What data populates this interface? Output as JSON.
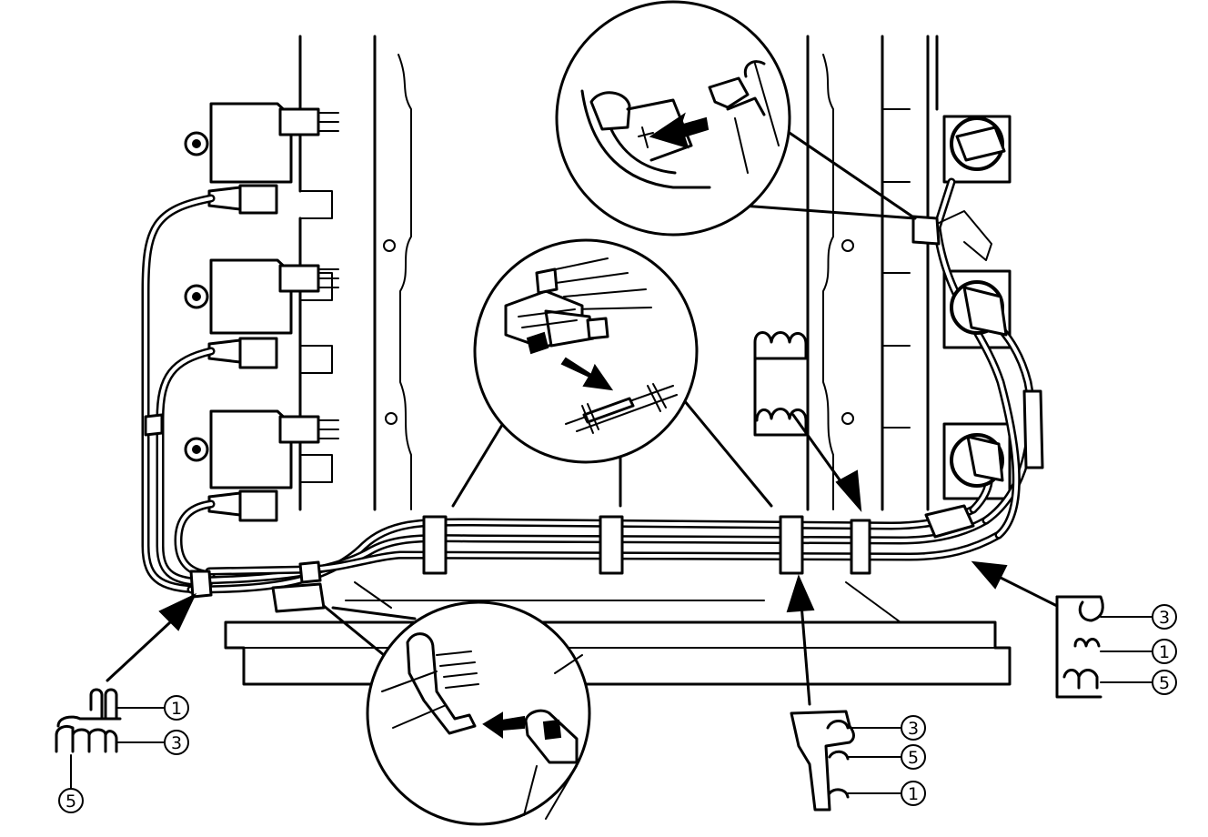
{
  "callouts": {
    "left_clamp": {
      "top": "1",
      "middle": "3",
      "bottom": "5"
    },
    "right_clamp": {
      "top": "3",
      "middle": "1",
      "bottom": "5"
    },
    "bottom_clamp": {
      "top": "3",
      "middle": "5",
      "bottom": "1"
    }
  },
  "colors": {
    "line": "#000000",
    "background": "#ffffff"
  },
  "icons": [
    "arrow-icon",
    "magnifier-circle",
    "ignition-coil",
    "spark-plug-boot",
    "cord-clamp"
  ]
}
